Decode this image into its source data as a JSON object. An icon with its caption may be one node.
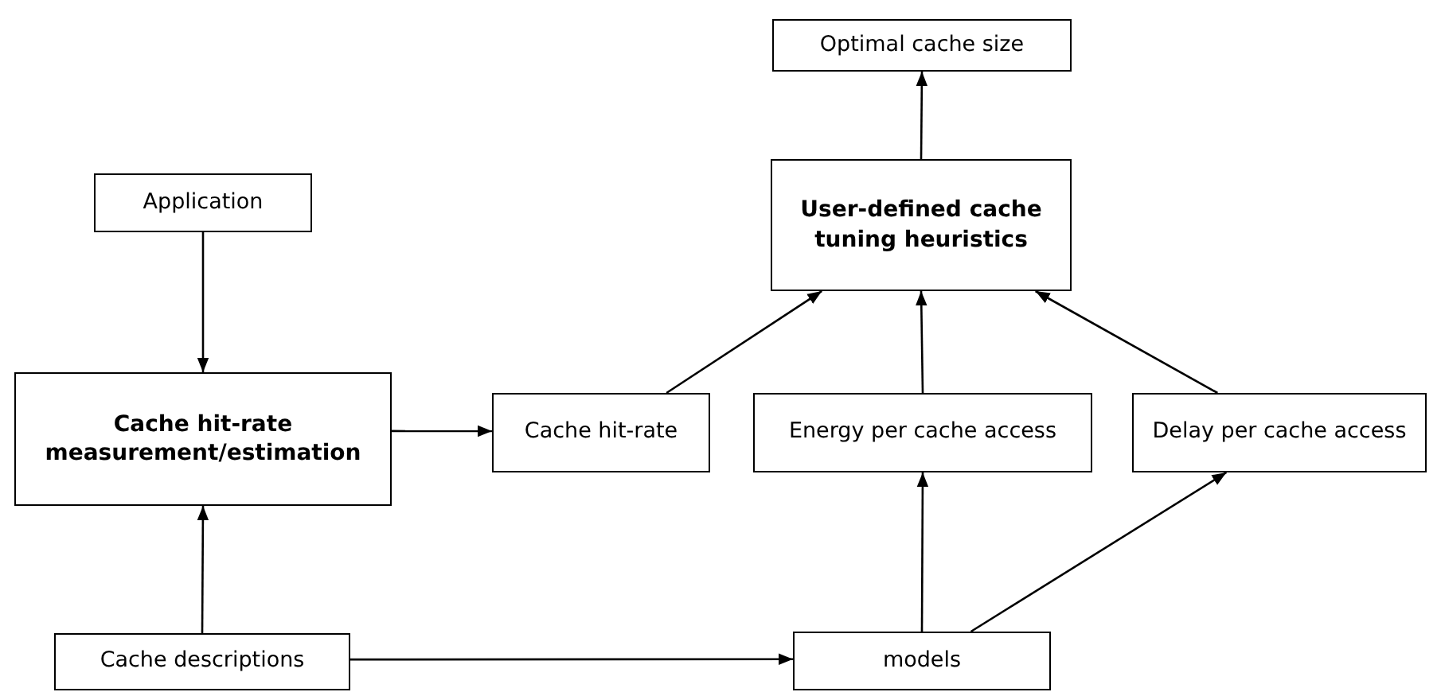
{
  "diagram": {
    "nodes": [
      {
        "text": [
          "Optimal cache size"
        ]
      },
      {
        "text": [
          "User-defined cache tuning heuristics"
        ]
      },
      {
        "text": [
          "Application"
        ]
      },
      {
        "text": [
          "Cache hit-rate measurement/estimation"
        ]
      },
      {
        "text": [
          "Cache hit-rate"
        ]
      },
      {
        "text": [
          "Energy per cache access"
        ]
      },
      {
        "text": [
          "Delay per cache access"
        ]
      },
      {
        "text": [
          "Cache descriptions"
        ]
      },
      {
        "text": [
          "models"
        ]
      }
    ],
    "edges": [
      {
        "from": 2,
        "to": 3,
        "arrow": "to"
      },
      {
        "from": 7,
        "to": 3,
        "arrow": "to"
      },
      {
        "from": 3,
        "to": 4,
        "arrow": "to"
      },
      {
        "from": 7,
        "to": 8,
        "arrow": "to"
      },
      {
        "from": 8,
        "to": 5,
        "arrow": "to"
      },
      {
        "from": 8,
        "to": 6,
        "arrow": "to"
      },
      {
        "from": 4,
        "to": 1,
        "arrow": "to"
      },
      {
        "from": 5,
        "to": 1,
        "arrow": "to"
      },
      {
        "from": 6,
        "to": 1,
        "arrow": "to"
      },
      {
        "from": 1,
        "to": 0,
        "arrow": "to"
      }
    ]
  }
}
